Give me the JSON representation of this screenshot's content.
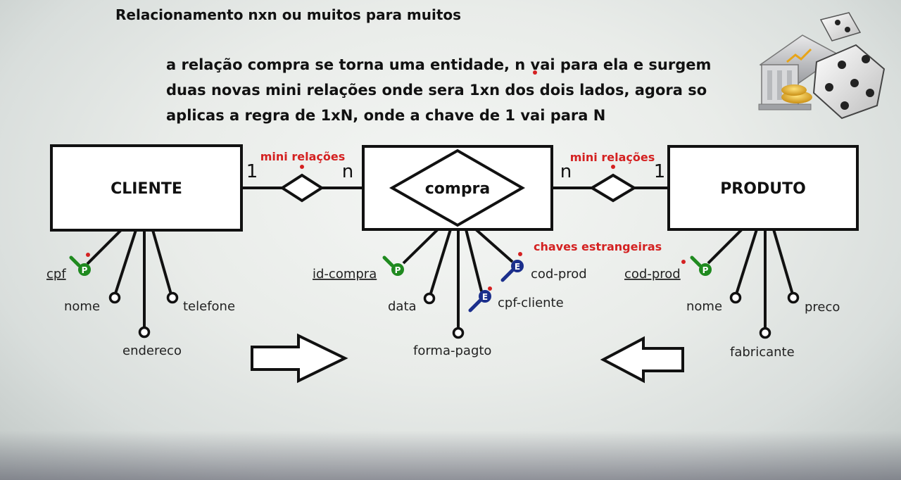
{
  "heading": "Relacionamento nxn ou muitos para muitos",
  "explanation": {
    "line1": "a relação compra se torna uma entidade, n vai para ela e surgem",
    "line2": "duas novas mini relações onde sera 1xn dos dois lados, agora so",
    "line3": "aplicas a regra de 1xN, onde a chave de 1 vai para N"
  },
  "entities": {
    "cliente": "CLIENTE",
    "compra": "compra",
    "produto": "PRODUTO"
  },
  "cardinalities": {
    "left_one": "1",
    "left_n": "n",
    "right_n": "n",
    "right_one": "1"
  },
  "notes": {
    "mini_left": "mini relações",
    "mini_right": "mini relações",
    "foreign_keys": "chaves estrangeiras"
  },
  "attributes": {
    "cliente": {
      "pk": "cpf",
      "a1": "nome",
      "a2": "endereco",
      "a3": "telefone"
    },
    "compra": {
      "pk": "id-compra",
      "a1": "data",
      "a2": "forma-pagto",
      "fk1": "cpf-cliente",
      "fk2": "cod-prod"
    },
    "produto": {
      "pk": "cod-prod",
      "a1": "nome",
      "a2": "fabricante",
      "a3": "preco"
    }
  },
  "key_badges": {
    "primary": "P",
    "foreign": "E"
  },
  "colors": {
    "note_red": "#d42121",
    "primary_key_green": "#1f8a1f",
    "foreign_key_blue": "#1b2f8c"
  }
}
